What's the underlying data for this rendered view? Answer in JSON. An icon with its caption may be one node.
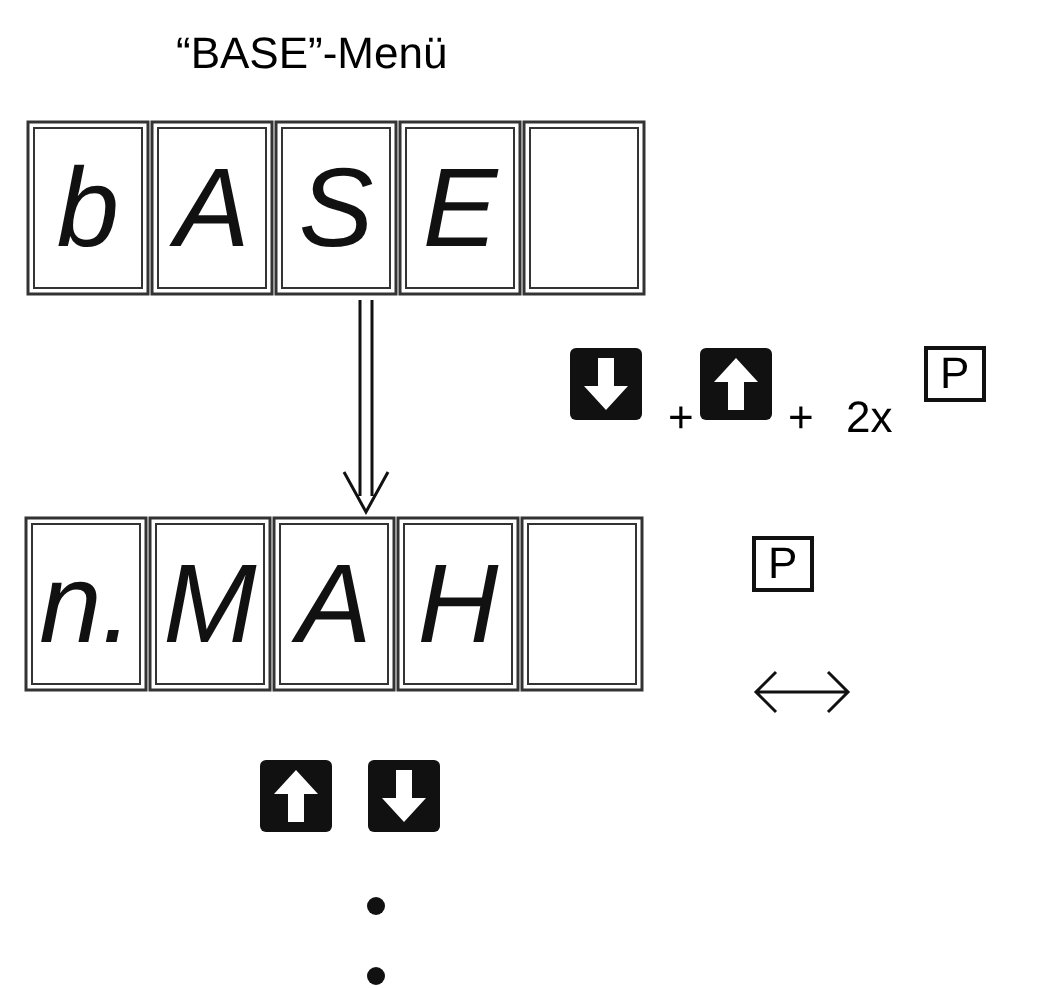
{
  "diagram": {
    "title": "“BASE”-Menü",
    "nodes": [
      {
        "text": [
          "b",
          "A",
          "S",
          "E"
        ]
      },
      {
        "text": [
          "n.",
          "M",
          "A",
          "H"
        ]
      }
    ],
    "edges": [
      {
        "from": 0,
        "to": 1,
        "arrow": "to"
      }
    ],
    "labels": [
      "+",
      "+",
      "2x",
      "P",
      "P"
    ]
  }
}
